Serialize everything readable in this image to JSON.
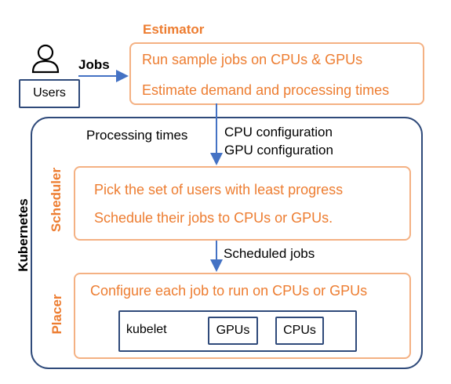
{
  "estimator": {
    "title": "Estimator",
    "lines": [
      "Run sample jobs on CPUs & GPUs",
      "Estimate demand and processing times"
    ]
  },
  "users": {
    "label": "Users",
    "icon": "user-icon"
  },
  "jobs_label": "Jobs",
  "kubernetes_label": "Kubernetes",
  "processing_times_label": "Processing times",
  "config_lines": [
    "CPU configuration",
    "GPU configuration"
  ],
  "scheduler": {
    "title": "Scheduler",
    "lines": [
      "Pick the set of users with least progress",
      "Schedule their jobs to CPUs or GPUs."
    ]
  },
  "scheduled_jobs_label": "Scheduled jobs",
  "placer": {
    "title": "Placer",
    "line": "Configure each job to run on CPUs or GPUs",
    "kubelet": {
      "label": "kubelet",
      "gpus": "GPUs",
      "cpus": "CPUs"
    }
  },
  "colors": {
    "orange_text": "#ED7D31",
    "orange_border": "#F4B183",
    "navy": "#2F4A7A",
    "arrow": "#4472C4"
  }
}
